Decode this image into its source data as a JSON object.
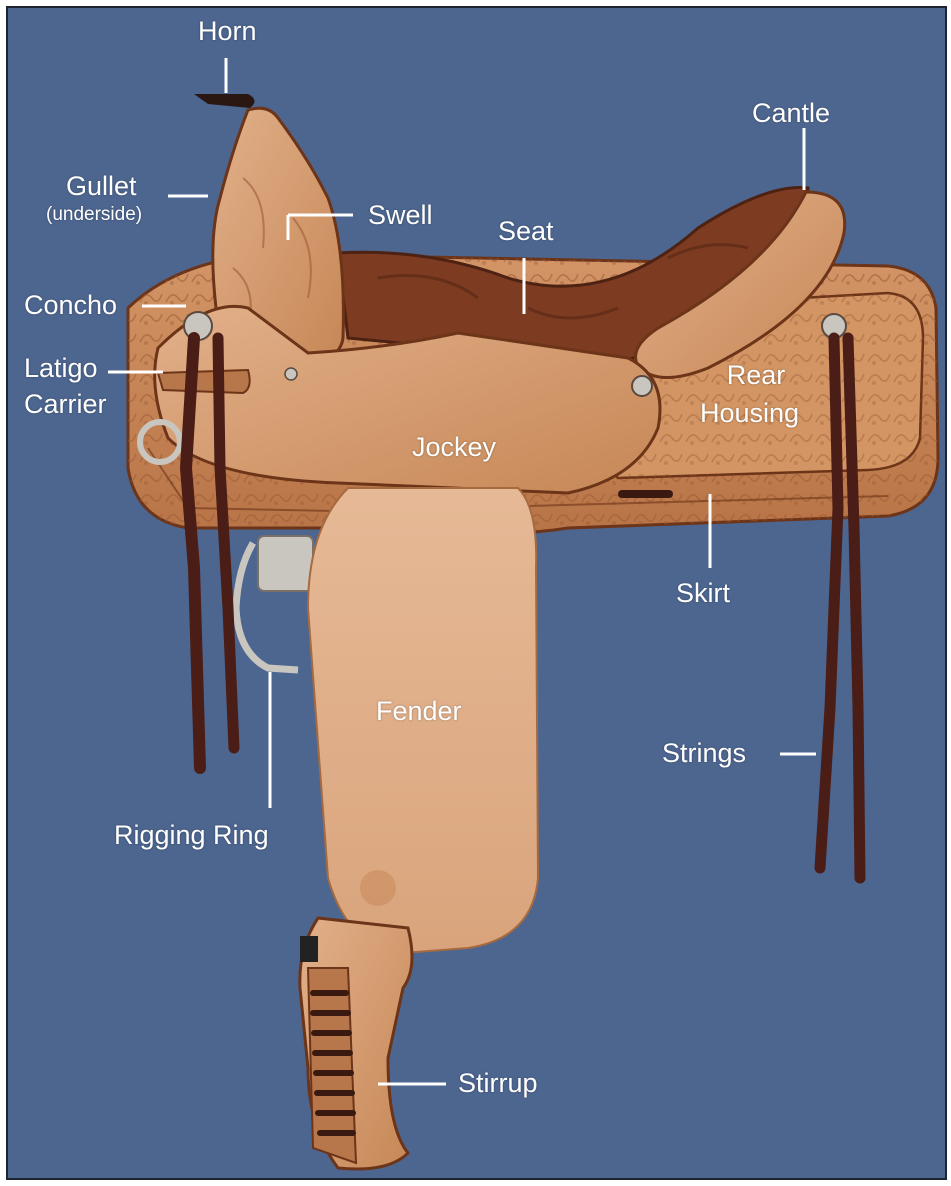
{
  "colors": {
    "background": "#4d6690",
    "leather_light": "#dba57e",
    "leather_mid": "#c98a5c",
    "leather_dark": "#8e4a2c",
    "seat_suede": "#7a3a22",
    "strings": "#4a1d16",
    "label_text": "#ffffff"
  },
  "labels": {
    "horn": "Horn",
    "cantle": "Cantle",
    "gullet": "Gullet",
    "gullet_note": "(underside)",
    "swell": "Swell",
    "seat": "Seat",
    "concho": "Concho",
    "latigo_line1": "Latigo",
    "latigo_line2": "Carrier",
    "rear_line1": "Rear",
    "rear_line2": "Housing",
    "jockey": "Jockey",
    "skirt": "Skirt",
    "fender": "Fender",
    "strings": "Strings",
    "rigging_ring": "Rigging Ring",
    "stirrup": "Stirrup"
  }
}
